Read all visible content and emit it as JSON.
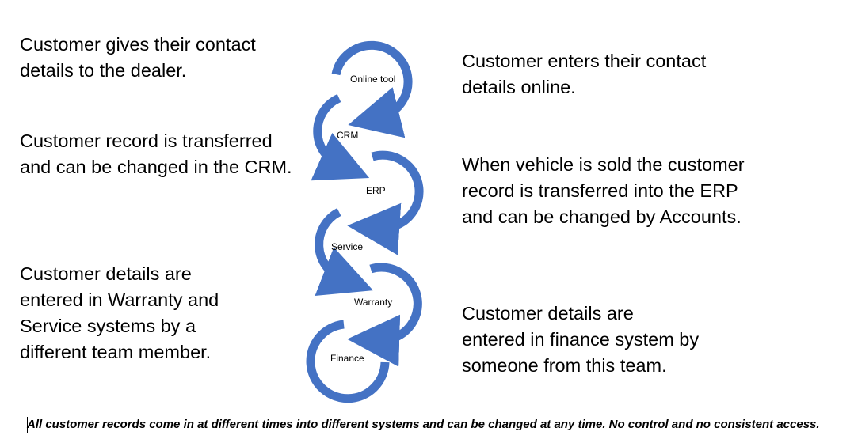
{
  "left_descriptions": [
    "Customer gives their contact details to the dealer.",
    "Customer record is transferred and can be changed in the CRM.",
    "Customer details are entered in Warranty and Service systems by a different team member."
  ],
  "right_descriptions": [
    "Customer enters their contact details online.",
    "When vehicle is sold the customer record is transferred into the ERP and can be changed by Accounts.",
    "Customer details are entered in finance system by someone from this team."
  ],
  "flow_nodes": [
    "Online tool",
    "CRM",
    "ERP",
    "Service",
    "Warranty",
    "Finance"
  ],
  "footer_note": "All customer records come in at different times into different systems and can be changed at any time. No control and no consistent access.",
  "colors": {
    "arrow": "#4472C4",
    "text": "#000000",
    "background": "#FFFFFF"
  }
}
